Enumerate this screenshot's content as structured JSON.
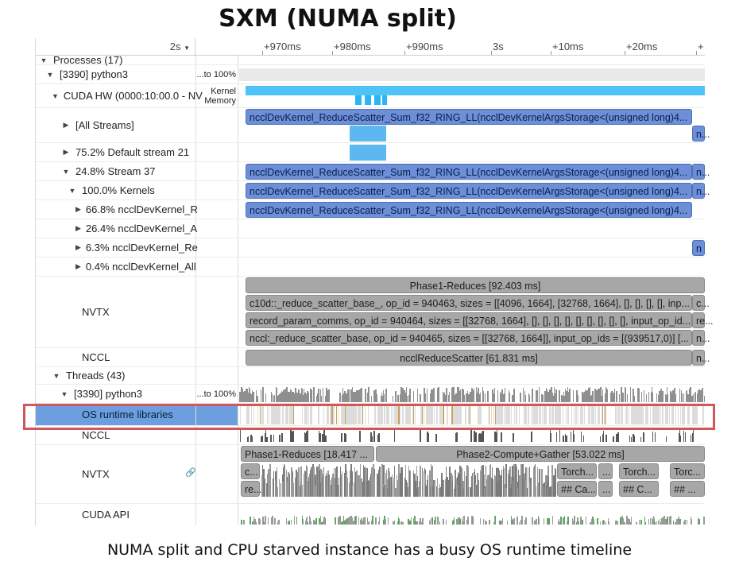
{
  "title": "SXM (NUMA split)",
  "caption": "NUMA split and CPU starved instance has a busy OS runtime timeline",
  "ruler": {
    "zoom_label": "2s",
    "ticks": [
      "+970ms",
      "+980ms",
      "+990ms",
      "3s",
      "+10ms",
      "+20ms",
      "+"
    ]
  },
  "rows": {
    "processes": "Processes (17)",
    "python_proc": "[3390] python3",
    "python_proc_util": "...to 100%",
    "cuda_hw": "CUDA HW (0000:10:00.0 - NV",
    "cuda_hw_mid1": "Kernel",
    "cuda_hw_mid2": "Memory",
    "all_streams": "[All Streams]",
    "default_stream": "75.2% Default stream 21",
    "stream37": "24.8% Stream 37",
    "kernels": "100.0% Kernels",
    "k1": "66.8% ncclDevKernel_R",
    "k2": "26.4% ncclDevKernel_A",
    "k3": "6.3% ncclDevKernel_Re",
    "k4": "0.4% ncclDevKernel_All",
    "nvtx": "NVTX",
    "nccl": "NCCL",
    "threads": "Threads (43)",
    "thread_python": "[3390] python3",
    "thread_python_util": "...to 100%",
    "os_runtime": "OS runtime libraries",
    "thread_nccl": "NCCL",
    "thread_nvtx": "NVTX",
    "cuda_api": "CUDA API"
  },
  "bars": {
    "kernel_rs": "ncclDevKernel_ReduceScatter_Sum_f32_RING_LL(ncclDevKernelArgsStorage<(unsigned long)4...",
    "n_short": "n...",
    "n_short2": "n",
    "phase1_reduces": "Phase1-Reduces [92.403 ms]",
    "c10d": "c10d::_reduce_scatter_base_, op_id = 940463, sizes = [[4096, 1664], [32768, 1664], [], [], [], [], inp...",
    "c10d_short": "c...",
    "record_param": "record_param_comms, op_id = 940464, sizes = [[32768, 1664], [], [], [], [], [], [], [], [], [], input_op_id...",
    "re_short": "re...",
    "nccl_rsb": "nccl:_reduce_scatter_base, op_id = 940465, sizes = [[32768, 1664]], input_op_ids = [(939517,0)] [...",
    "nccl_reduce_scatter": "ncclReduceScatter [61.831 ms]",
    "t_phase1": "Phase1-Reduces [18.417 ...",
    "t_phase2": "Phase2-Compute+Gather [53.022 ms]",
    "torch1": "Torch...",
    "torch2": "Torch...",
    "torch3": "Torc...",
    "ca1": "## Ca...",
    "ca2": "## C...",
    "ca3": "## ...",
    "dots": "...",
    "c_short": "c...",
    "re_short2": "re..."
  },
  "colors": {
    "kernel_blue": "#6c8fd7",
    "nvtx_grey": "#a7a7a7",
    "highlight_row": "#6d9fe0",
    "highlight_box": "#d2575a",
    "cuda_cyan": "#4fc3f7"
  },
  "icons": {
    "expanded": "triangle-down-icon",
    "collapsed": "triangle-right-icon",
    "link": "link-icon"
  }
}
